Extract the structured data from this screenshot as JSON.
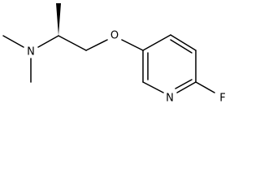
{
  "molecule": {
    "atoms": {
      "amine_n": "N",
      "ether_o": "O",
      "ring_n": "N",
      "fluorine": "F"
    },
    "stereo": {
      "wedge_bond": "bold"
    }
  },
  "colors": {
    "line": "#000000",
    "background": "#ffffff"
  }
}
